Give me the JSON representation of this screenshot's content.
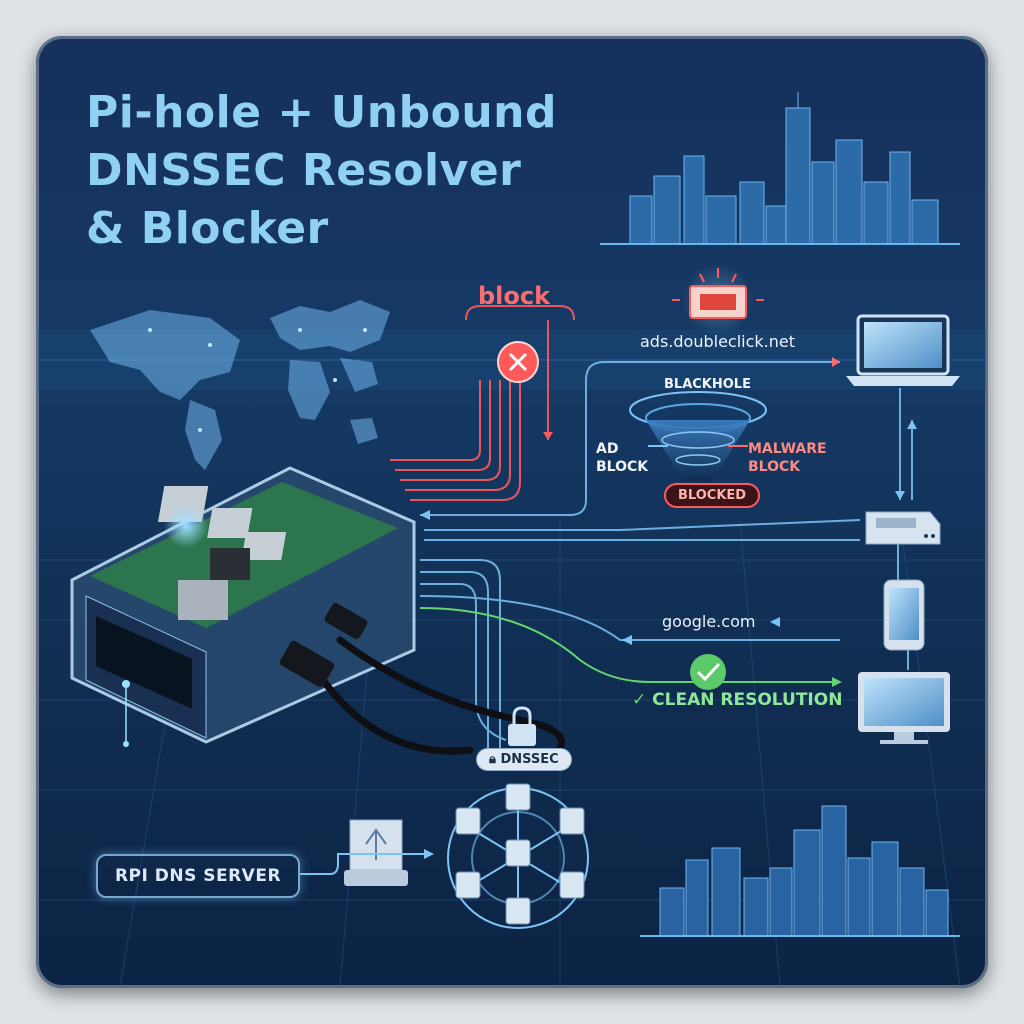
{
  "title": {
    "line1": "Pi-hole + Unbound",
    "line2": "DNSSEC Resolver",
    "line3": "& Blocker"
  },
  "labels": {
    "block": "block",
    "blocked_domain": "ads.doubleclick.net",
    "blackhole": "BLACKHOLE",
    "ad_block_line1": "AD",
    "ad_block_line2": "BLOCK",
    "malware_block_line1": "MALWARE",
    "malware_block_line2": "BLOCK",
    "blocked_badge": "BLOCKED",
    "allowed_domain": "google.com",
    "clean_resolution": "CLEAN RESOLUTION",
    "dnssec": "DNSSEC",
    "rpi_dns_server": "RPI DNS SERVER"
  },
  "colors": {
    "block_red": "#ff5a5a",
    "query_blue": "#7cc4f5",
    "clean_green": "#66d46e",
    "title_blue": "#8fd0f4"
  },
  "icons": {
    "block": "x-circle-icon",
    "clean": "check-circle-icon",
    "lock": "lock-icon",
    "alert": "alert-window-icon"
  }
}
